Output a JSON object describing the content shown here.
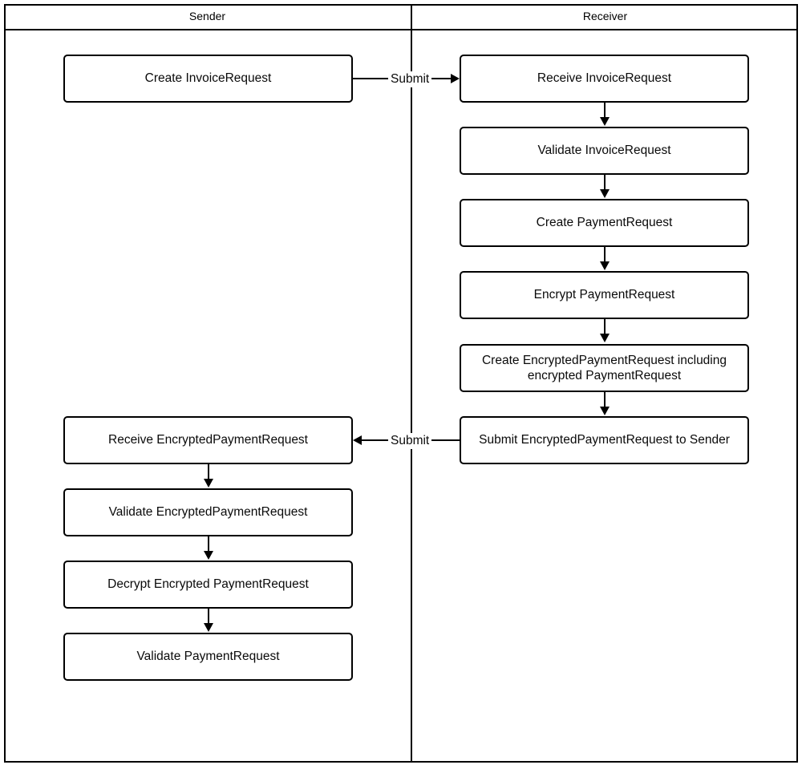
{
  "diagram": {
    "type": "swimlane-flowchart",
    "lanes": [
      {
        "id": "sender",
        "title": "Sender"
      },
      {
        "id": "receiver",
        "title": "Receiver"
      }
    ],
    "nodes": [
      {
        "id": "n1",
        "lane": "sender",
        "label": "Create InvoiceRequest"
      },
      {
        "id": "n2",
        "lane": "receiver",
        "label": "Receive InvoiceRequest"
      },
      {
        "id": "n3",
        "lane": "receiver",
        "label": "Validate InvoiceRequest"
      },
      {
        "id": "n4",
        "lane": "receiver",
        "label": "Create PaymentRequest"
      },
      {
        "id": "n5",
        "lane": "receiver",
        "label": "Encrypt PaymentRequest"
      },
      {
        "id": "n6",
        "lane": "receiver",
        "label": "Create EncryptedPaymentRequest including encrypted PaymentRequest"
      },
      {
        "id": "n7",
        "lane": "receiver",
        "label": "Submit EncryptedPaymentRequest to Sender"
      },
      {
        "id": "n8",
        "lane": "sender",
        "label": "Receive EncryptedPaymentRequest"
      },
      {
        "id": "n9",
        "lane": "sender",
        "label": "Validate EncryptedPaymentRequest"
      },
      {
        "id": "n10",
        "lane": "sender",
        "label": "Decrypt Encrypted PaymentRequest"
      },
      {
        "id": "n11",
        "lane": "sender",
        "label": "Validate PaymentRequest"
      }
    ],
    "edges": [
      {
        "from": "n1",
        "to": "n2",
        "label": "Submit",
        "direction": "right"
      },
      {
        "from": "n2",
        "to": "n3",
        "label": "",
        "direction": "down"
      },
      {
        "from": "n3",
        "to": "n4",
        "label": "",
        "direction": "down"
      },
      {
        "from": "n4",
        "to": "n5",
        "label": "",
        "direction": "down"
      },
      {
        "from": "n5",
        "to": "n6",
        "label": "",
        "direction": "down"
      },
      {
        "from": "n6",
        "to": "n7",
        "label": "",
        "direction": "down"
      },
      {
        "from": "n7",
        "to": "n8",
        "label": "Submit",
        "direction": "left"
      },
      {
        "from": "n8",
        "to": "n9",
        "label": "",
        "direction": "down"
      },
      {
        "from": "n9",
        "to": "n10",
        "label": "",
        "direction": "down"
      },
      {
        "from": "n10",
        "to": "n11",
        "label": "",
        "direction": "down"
      }
    ],
    "edge_labels": {
      "submit_to_receiver": "Submit",
      "submit_to_sender": "Submit"
    },
    "colors": {
      "stroke": "#000000",
      "fill": "#ffffff",
      "text": "#0a0a0a"
    }
  }
}
